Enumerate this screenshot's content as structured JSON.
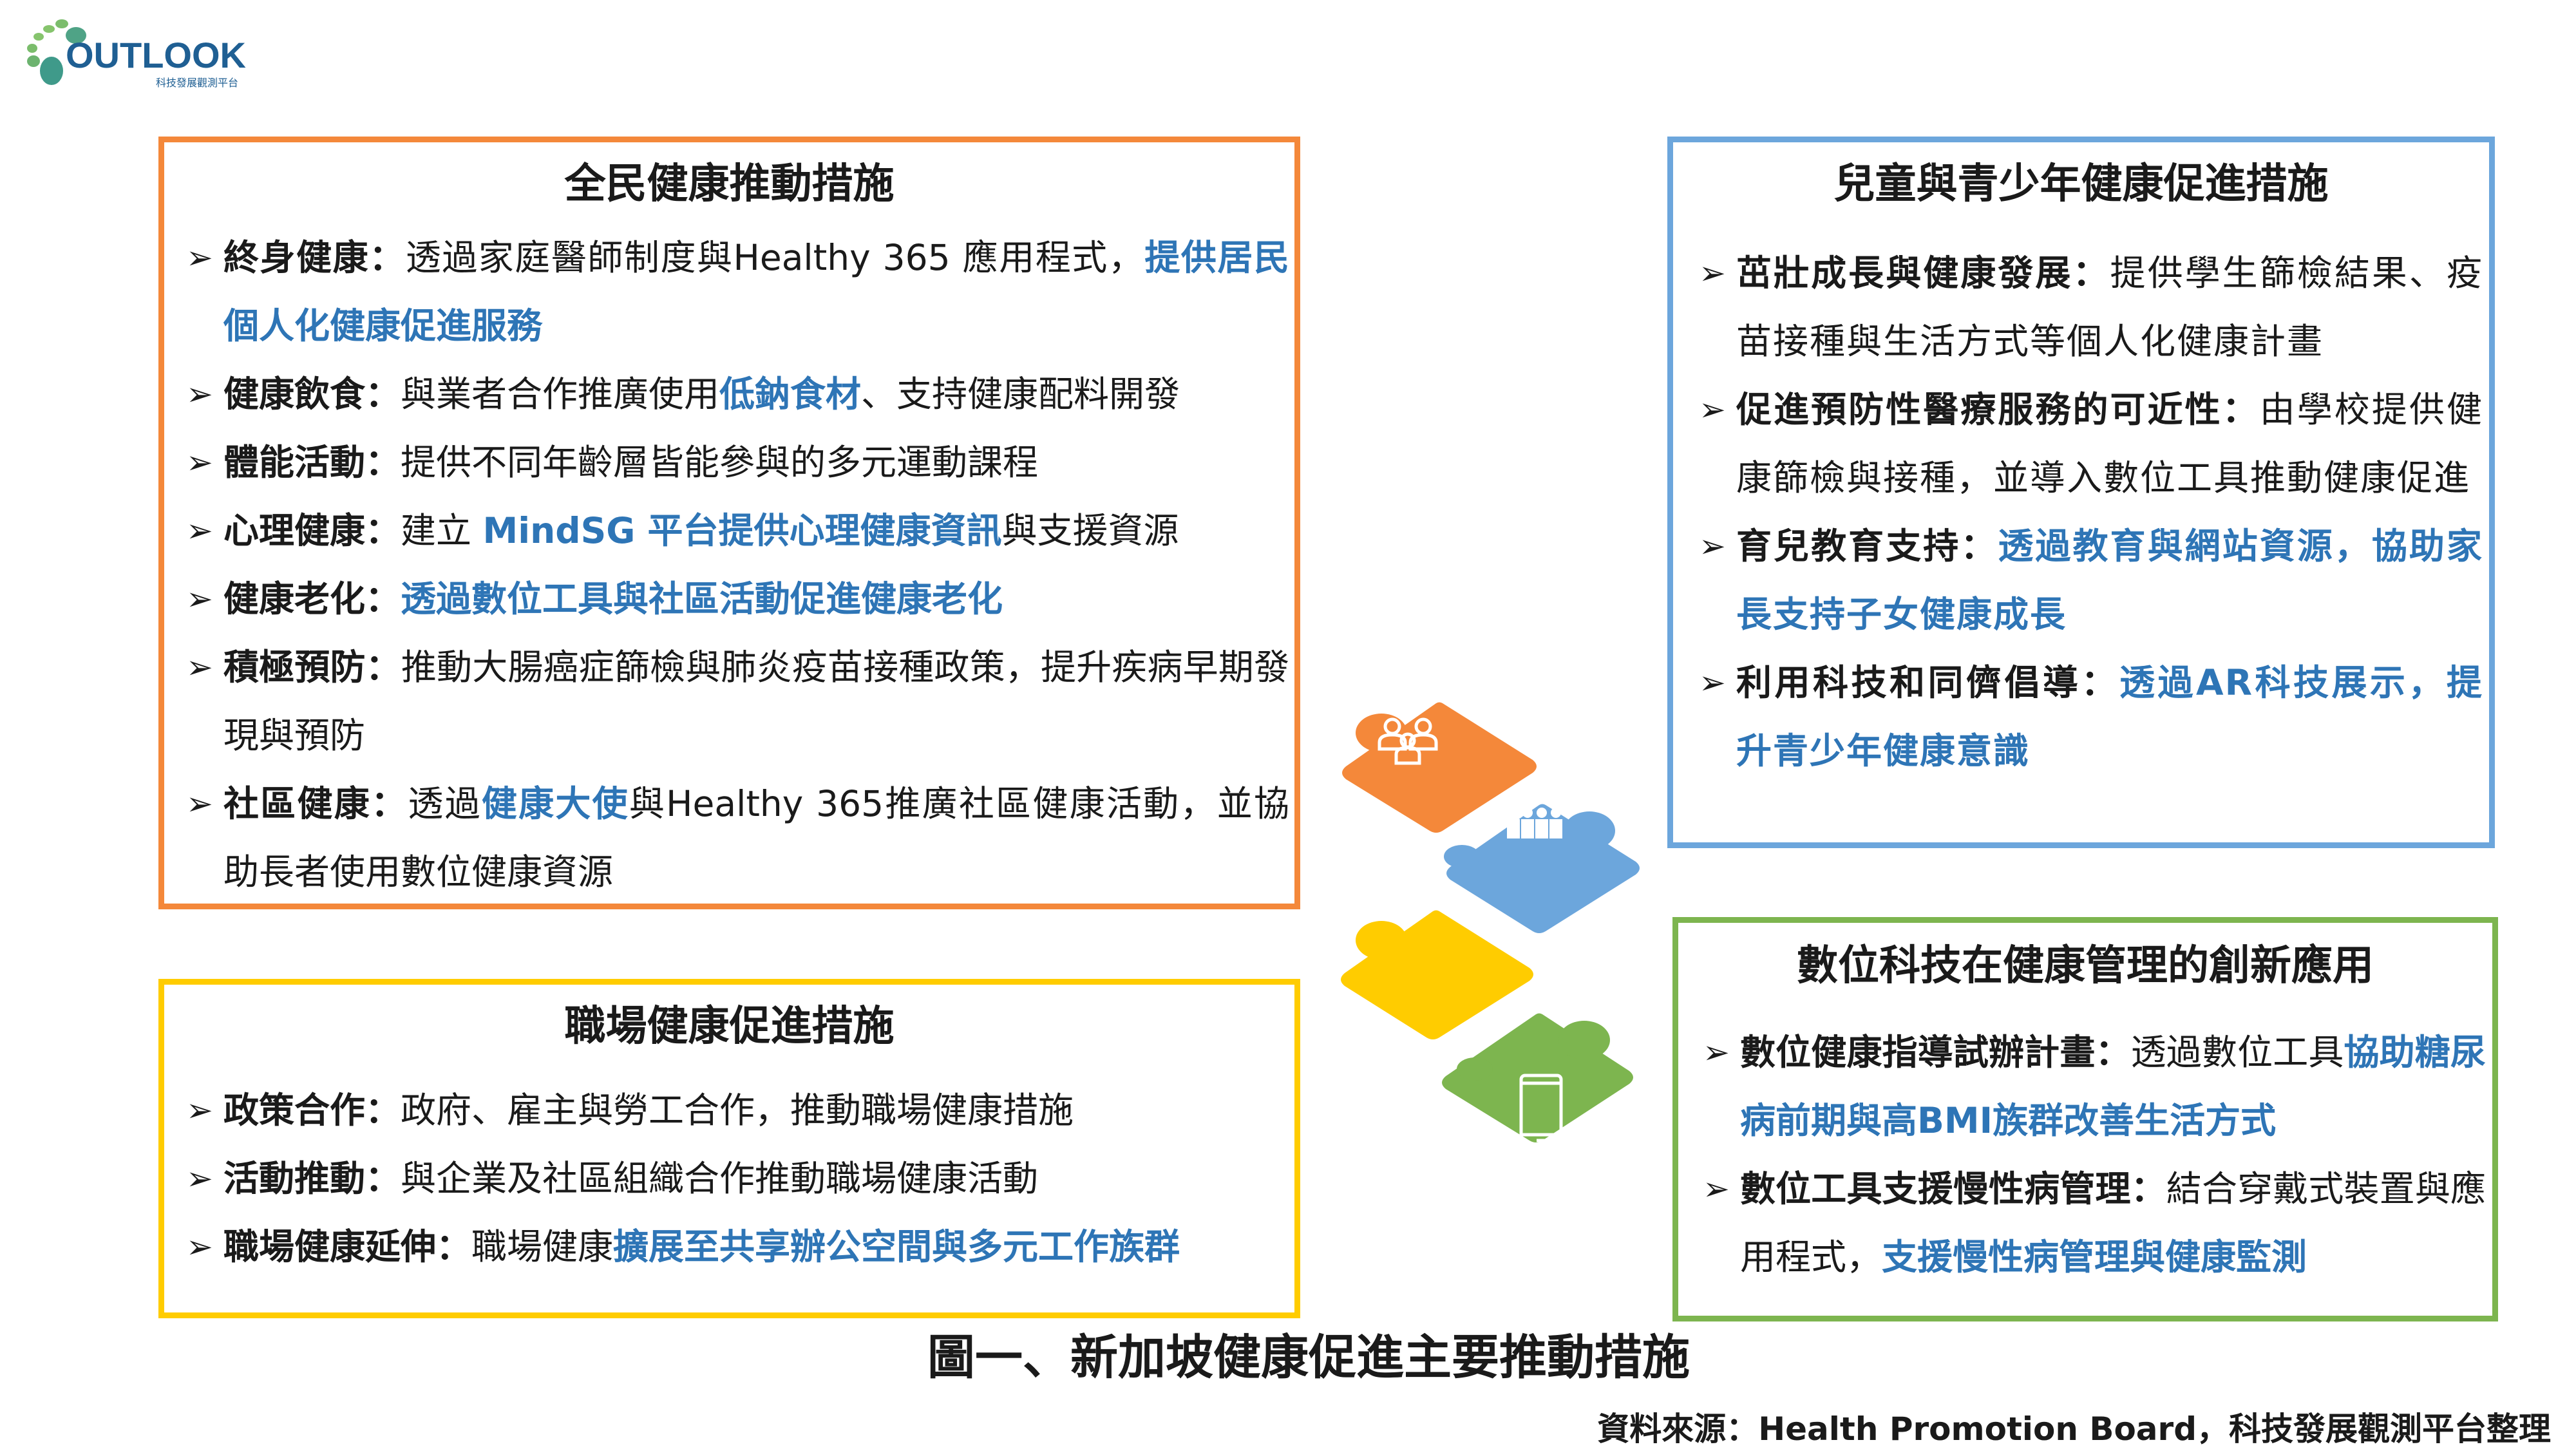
{
  "logo": {
    "name": "OUTLOOK",
    "subtitle": "科技發展觀測平台"
  },
  "colors": {
    "orange": "#F4883A",
    "yellow": "#FFCC00",
    "blue": "#6CA6DC",
    "green": "#7DB54F",
    "highlight": "#2E75B6"
  },
  "boxes": {
    "national": {
      "title": "全民健康推動措施",
      "items": [
        [
          {
            "t": "終身健康：",
            "s": "bold"
          },
          {
            "t": "透過家庭醫師制度與Healthy 365 應用程式，",
            "s": "n"
          },
          {
            "t": "提供居民個人化健康促進服務",
            "s": "blue"
          }
        ],
        [
          {
            "t": "健康飲食：",
            "s": "bold"
          },
          {
            "t": "與業者合作推廣使用",
            "s": "n"
          },
          {
            "t": "低鈉食材",
            "s": "blue"
          },
          {
            "t": "、支持健康配料開發",
            "s": "n"
          }
        ],
        [
          {
            "t": "體能活動：",
            "s": "bold"
          },
          {
            "t": "提供不同年齡層皆能參與的多元運動課程",
            "s": "n"
          }
        ],
        [
          {
            "t": "心理健康：",
            "s": "bold"
          },
          {
            "t": "建立 ",
            "s": "n"
          },
          {
            "t": "MindSG 平台提供心理健康資訊",
            "s": "blue"
          },
          {
            "t": "與支援資源",
            "s": "n"
          }
        ],
        [
          {
            "t": "健康老化：",
            "s": "bold"
          },
          {
            "t": "透過數位工具與社區活動促進健康老化",
            "s": "blue"
          }
        ],
        [
          {
            "t": "積極預防：",
            "s": "bold"
          },
          {
            "t": "推動大腸癌症篩檢與肺炎疫苗接種政策，提升疾病早期發現與預防",
            "s": "n"
          }
        ],
        [
          {
            "t": "社區健康：",
            "s": "bold"
          },
          {
            "t": "透過",
            "s": "n"
          },
          {
            "t": "健康大使",
            "s": "blue"
          },
          {
            "t": "與Healthy 365推廣社區健康活動，並協助長者使用數位健康資源",
            "s": "n"
          }
        ]
      ]
    },
    "workplace": {
      "title": "職場健康促進措施",
      "items": [
        [
          {
            "t": "政策合作：",
            "s": "bold"
          },
          {
            "t": "政府、雇主與勞工合作，推動職場健康措施",
            "s": "n"
          }
        ],
        [
          {
            "t": "活動推動：",
            "s": "bold"
          },
          {
            "t": "與企業及社區組織合作推動職場健康活動",
            "s": "n"
          }
        ],
        [
          {
            "t": "職場健康延伸：",
            "s": "bold"
          },
          {
            "t": "職場健康",
            "s": "n"
          },
          {
            "t": "擴展至共享辦公空間與多元工作族群",
            "s": "blue"
          }
        ]
      ]
    },
    "youth": {
      "title": "兒童與青少年健康促進措施",
      "items": [
        [
          {
            "t": "茁壯成長與健康發展：",
            "s": "bold"
          },
          {
            "t": "提供學生篩檢結果、疫苗接種與生活方式等個人化健康計畫",
            "s": "n"
          }
        ],
        [
          {
            "t": "促進預防性醫療服務的可近性：",
            "s": "bold"
          },
          {
            "t": "由學校提供健康篩檢與接種，並導入數位工具推動健康促進",
            "s": "n"
          }
        ],
        [
          {
            "t": "育兒教育支持：",
            "s": "bold"
          },
          {
            "t": "透過教育與網站資源，協助家長支持子女健康成長",
            "s": "blue"
          }
        ],
        [
          {
            "t": "利用科技和同儕倡導：",
            "s": "bold"
          },
          {
            "t": "透過AR科技展示，提升青少年健康意識",
            "s": "blue"
          }
        ]
      ]
    },
    "digital": {
      "title": "數位科技在健康管理的創新應用",
      "items": [
        [
          {
            "t": "數位健康指導試辦計畫：",
            "s": "bold"
          },
          {
            "t": "透過數位工具",
            "s": "n"
          },
          {
            "t": "協助糖尿病前期與高BMI族群改善生活方式",
            "s": "blue"
          }
        ],
        [
          {
            "t": "數位工具支援慢性病管理：",
            "s": "bold"
          },
          {
            "t": "結合穿戴式裝置與應用程式，",
            "s": "n"
          },
          {
            "t": "支援慢性病管理與健康監測",
            "s": "blue"
          }
        ]
      ]
    }
  },
  "puzzle_icons": [
    "group-people-icon",
    "children-icon",
    "meeting-icon",
    "tablet-icon"
  ],
  "caption": "圖一、新加坡健康促進主要推動措施",
  "source": "資料來源：Health Promotion Board，科技發展觀測平台整理"
}
